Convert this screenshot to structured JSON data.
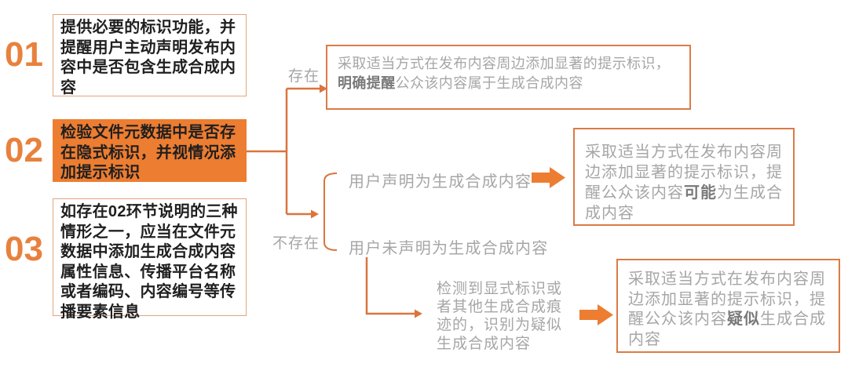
{
  "colors": {
    "accent_orange": "#ED7D31",
    "number_orange": "#E8813E",
    "connector_line": "#D9753C",
    "light_outline": "#E2A57E",
    "strong_outline": "#DB7B46",
    "gray_text": "#A6A6A6",
    "gray_bold_text": "#7A7A7A",
    "black_text": "#1F1F1F"
  },
  "steps": [
    {
      "number": "01",
      "text": "提供必要的标识功能，并提醒用户主动声明发布内容中是否包含生成合成内容"
    },
    {
      "number": "02",
      "text": "检验文件元数据中是否存在隐式标识，并视情况添加提示标识"
    },
    {
      "number": "03",
      "text": "如存在02环节说明的三种情形之一，应当在文件元数据中添加生成合成内容属性信息、传播平台名称或者编码、内容编号等传播要素信息"
    }
  ],
  "branch_labels": {
    "exists": "存在",
    "not_exists": "不存在",
    "declared": "用户声明为生成合成内容",
    "undeclared": "用户未声明为生成合成内容",
    "detection_note": "检测到显式标识或者其他生成合成痕迹的，识别为疑似生成合成内容"
  },
  "outcomes": {
    "explicit": {
      "pre": "采取适当方式在发布内容周边添加显著的提示标识，",
      "bold": "明确提醒",
      "post": "公众该内容属于生成合成内容"
    },
    "possible": {
      "pre": "采取适当方式在发布内容周边添加显著的提示标识，提醒公众该内容",
      "bold": "可能",
      "post": "为生成合成内容"
    },
    "suspected": {
      "pre": "采取适当方式在发布内容周边添加显著的提示标识，提醒公众该内容",
      "bold": "疑似",
      "post": "生成合成内容"
    }
  },
  "icons": {
    "outcome_arrow": "right-block-arrow"
  }
}
